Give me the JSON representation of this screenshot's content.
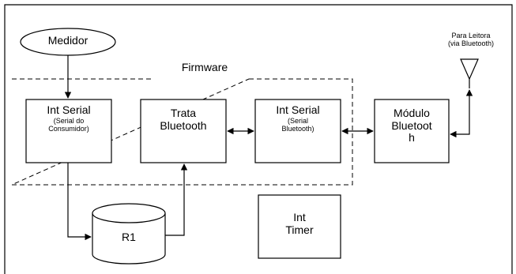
{
  "nodes": {
    "medidor": "Medidor",
    "firmware": "Firmware",
    "int_serial_consumidor": {
      "title": "Int Serial",
      "subtitle_line1": "(Serial do",
      "subtitle_line2": "Consumidor)"
    },
    "trata_bluetooth": {
      "line1": "Trata",
      "line2": "Bluetooth"
    },
    "int_serial_bluetooth": {
      "title": "Int Serial",
      "subtitle_line1": "(Serial",
      "subtitle_line2": "Bluetooth)"
    },
    "modulo_bluetooth": {
      "line1": "Módulo",
      "line2": "Bluetoot",
      "line3": "h"
    },
    "antenna_label": {
      "line1": "Para Leitora",
      "line2": "(via Bluetooth)"
    },
    "r1": "R1",
    "int_timer": {
      "line1": "Int",
      "line2": "Timer"
    }
  },
  "edges": [
    {
      "from": "medidor",
      "to": "int_serial_consumidor",
      "style": "arrow"
    },
    {
      "from": "int_serial_consumidor",
      "to": "r1",
      "style": "arrow"
    },
    {
      "from": "r1",
      "to": "trata_bluetooth",
      "style": "arrow"
    },
    {
      "from": "trata_bluetooth",
      "to": "int_serial_bluetooth",
      "style": "bidirectional"
    },
    {
      "from": "int_serial_bluetooth",
      "to": "modulo_bluetooth",
      "style": "bidirectional"
    },
    {
      "from": "modulo_bluetooth",
      "to": "antenna",
      "style": "bidirectional"
    }
  ],
  "colors": {
    "stroke": "#000000",
    "background": "#ffffff"
  }
}
